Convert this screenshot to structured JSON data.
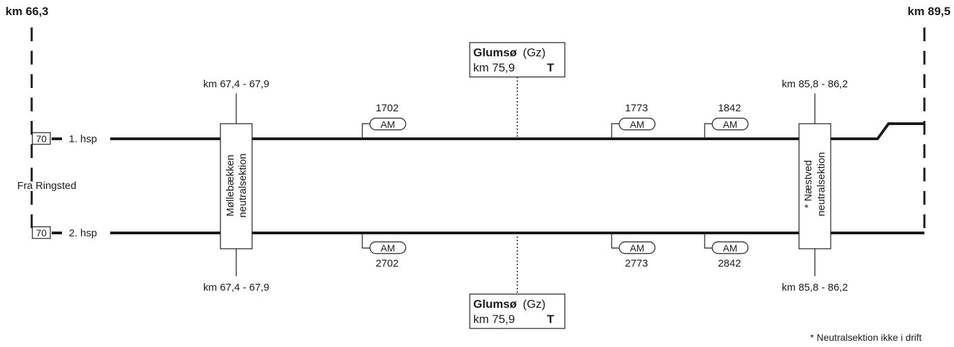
{
  "diagram": {
    "km_start": "km 66,3",
    "km_end": "km 89,5",
    "origin": "Fra Ringsted",
    "tracks": [
      {
        "label": "1. hsp",
        "speed": "70"
      },
      {
        "label": "2. hsp",
        "speed": "70"
      }
    ],
    "station": {
      "name": "Glumsø",
      "code": "(Gz)",
      "km": "km 75,9",
      "type": "T"
    },
    "neutral_sections": [
      {
        "name_line1": "Møllebækken",
        "name_line2": "neutralsektion",
        "km_top": "km 67,4 - 67,9",
        "km_bottom": "km 67,4 - 67,9"
      },
      {
        "name_line1": "* Næstved",
        "name_line2": "neutralsektion",
        "km_top": "km 85,8 - 86,2",
        "km_bottom": "km 85,8 - 86,2"
      }
    ],
    "signals_track1": [
      {
        "number": "1702",
        "type": "AM"
      },
      {
        "number": "1773",
        "type": "AM"
      },
      {
        "number": "1842",
        "type": "AM"
      }
    ],
    "signals_track2": [
      {
        "number": "2702",
        "type": "AM"
      },
      {
        "number": "2773",
        "type": "AM"
      },
      {
        "number": "2842",
        "type": "AM"
      }
    ],
    "footnote": "* Neutralsektion ikke i drift"
  }
}
